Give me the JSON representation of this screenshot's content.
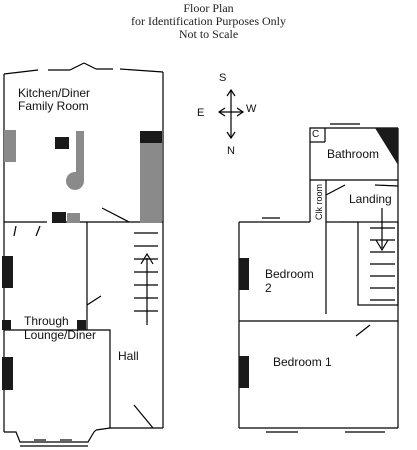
{
  "header": {
    "line1": "Floor Plan",
    "line2": "for Identification Purposes Only",
    "line3": "Not to Scale"
  },
  "ground_floor": {
    "kitchen_line1": "Kitchen/Diner",
    "kitchen_line2": "Family Room",
    "lounge_line1": "Through",
    "lounge_line2": "Lounge/Diner",
    "hall": "Hall"
  },
  "first_floor": {
    "bathroom": "Bathroom",
    "cupboard": "C",
    "clk_room": "Clk room",
    "landing": "Landing",
    "bedroom2_line1": "Bedroom",
    "bedroom2_line2": "2",
    "bedroom1": "Bedroom 1"
  },
  "compass": {
    "north": "N",
    "south": "S",
    "east": "E",
    "west": "W"
  },
  "colors": {
    "wall": "#000000",
    "fixture_dark": "#1a1a1a",
    "fixture_gray": "#8a8a8a"
  }
}
